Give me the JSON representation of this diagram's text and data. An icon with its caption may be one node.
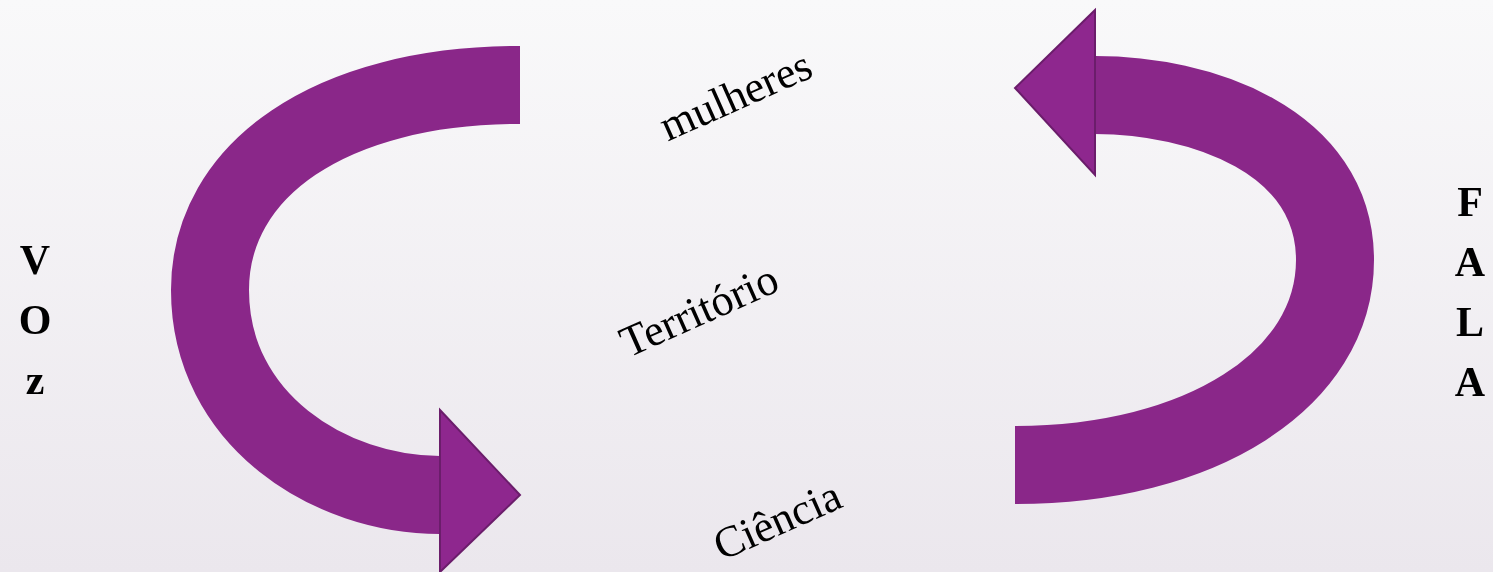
{
  "diagram": {
    "labels": [
      "VOz",
      "mulheres",
      "Território",
      "Ciência",
      "FALA"
    ]
  }
}
